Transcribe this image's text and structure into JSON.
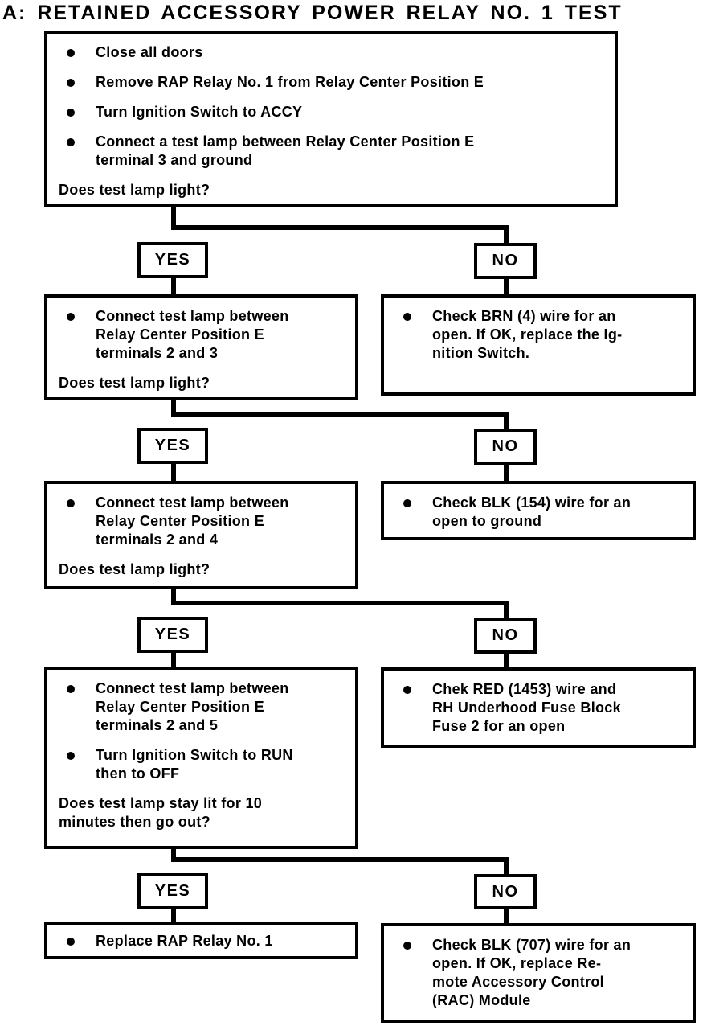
{
  "title": "A: RETAINED ACCESSORY POWER RELAY NO. 1 TEST",
  "labels": {
    "yes": "YES",
    "no": "NO"
  },
  "colors": {
    "line": "#000000",
    "background": "#ffffff",
    "text": "#000000"
  },
  "flow": {
    "step1": {
      "bullets": [
        "Close all doors",
        "Remove RAP Relay No. 1 from Relay Center Position E",
        "Turn Ignition Switch to ACCY",
        "Connect a test lamp between Relay Center Position E\nterminal 3 and ground"
      ],
      "question": "Does test lamp light?"
    },
    "step2": {
      "bullets": [
        "Connect test lamp between\nRelay Center Position E\nterminals 2 and 3"
      ],
      "question": "Does test lamp light?"
    },
    "step2_no": {
      "bullets": [
        "Check BRN (4) wire for an\nopen. If OK, replace the Ig-\nnition Switch."
      ]
    },
    "step3": {
      "bullets": [
        "Connect test lamp between\nRelay Center Position E\nterminals 2 and 4"
      ],
      "question": "Does test lamp light?"
    },
    "step3_no": {
      "bullets": [
        "Check BLK (154) wire for an\nopen to ground"
      ]
    },
    "step4": {
      "bullets": [
        "Connect test lamp between\nRelay Center Position E\nterminals 2 and 5",
        "Turn Ignition Switch to RUN\nthen to OFF"
      ],
      "question": "Does test lamp stay lit for 10\nminutes then go out?"
    },
    "step4_no": {
      "bullets": [
        "Chek RED (1453) wire and\nRH Underhood Fuse Block\nFuse 2 for an open"
      ]
    },
    "step5": {
      "bullets": [
        "Replace RAP Relay No. 1"
      ]
    },
    "step5_no": {
      "bullets": [
        "Check BLK (707) wire for an\nopen. If OK, replace Re-\nmote Accessory Control\n(RAC) Module"
      ]
    }
  }
}
